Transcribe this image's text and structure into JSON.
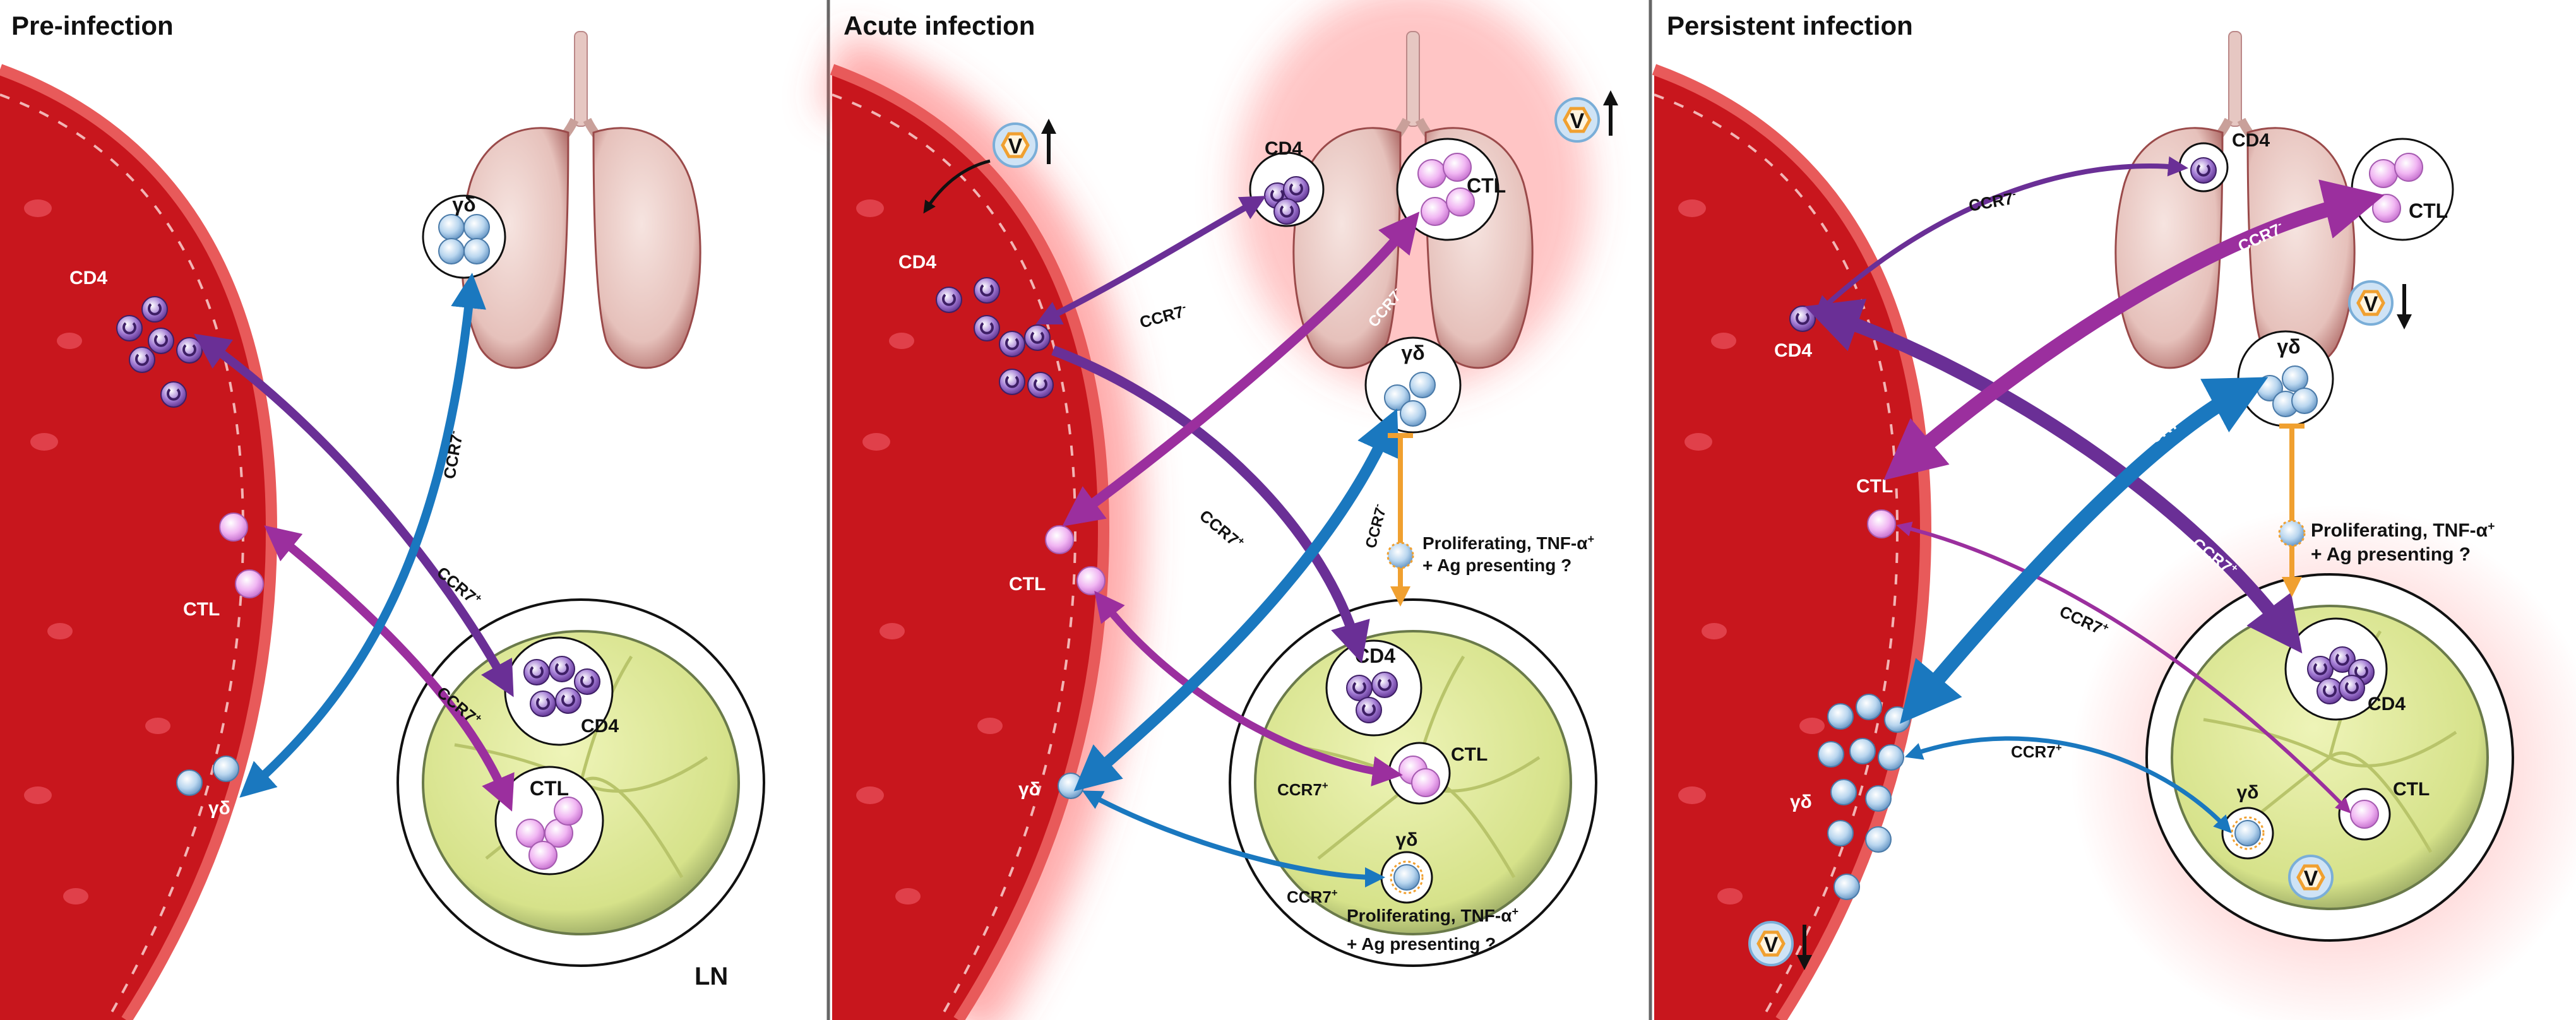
{
  "panels": [
    {
      "title": "Pre-infection",
      "labels": {
        "cd4_blood": "CD4",
        "ctl_blood": "CTL",
        "gd_blood": "γδ",
        "gd_lung": "γδ",
        "cd4_ln": "CD4",
        "ctl_ln": "CTL",
        "ln": "LN",
        "ccr7_neg": "CCR7",
        "ccr7_neg_sup": "-",
        "ccr7_pos_a": "CCR7",
        "ccr7_pos_a_sup": "+",
        "ccr7_pos_b": "CCR7",
        "ccr7_pos_b_sup": "+"
      }
    },
    {
      "title": "Acute infection",
      "labels": {
        "cd4_blood": "CD4",
        "ctl_blood": "CTL",
        "gd_blood": "γδ",
        "cd4_lung": "CD4",
        "ctl_lung": "CTL",
        "gd_lung": "γδ",
        "cd4_ln": "CD4",
        "ctl_ln": "CTL",
        "gd_ln": "γδ",
        "ccr7_neg_a": "CCR7",
        "ccr7_neg_a_sup": "-",
        "ccr7_neg_b": "CCR7",
        "ccr7_neg_b_sup": "-",
        "ccr7_neg_c": "CCR7",
        "ccr7_neg_c_sup": "-",
        "ccr7_pos_a": "CCR7",
        "ccr7_pos_a_sup": "+",
        "ccr7_pos_b": "CCR7",
        "ccr7_pos_b_sup": "+",
        "ccr7_pos_c": "CCR7",
        "ccr7_pos_c_sup": "+",
        "virus": "V",
        "prolif_line1": "Proliferating, TNF-α",
        "prolif_line1_sup": "+",
        "prolif_line2": "+ Ag presenting ?"
      }
    },
    {
      "title": "Persistent infection",
      "labels": {
        "cd4_blood": "CD4",
        "ctl_blood": "CTL",
        "gd_blood": "γδ",
        "cd4_lung": "CD4",
        "ctl_lung": "CTL",
        "gd_lung": "γδ",
        "cd4_ln": "CD4",
        "ctl_ln": "CTL",
        "gd_ln": "γδ",
        "ccr7_neg_a": "CCR7",
        "ccr7_neg_a_sup": "-",
        "ccr7_neg_b": "CCR7",
        "ccr7_neg_b_sup": "-",
        "ccr7_neg_c": "CCR7",
        "ccr7_neg_c_sup": "-",
        "ccr7_pos_a": "CCR7",
        "ccr7_pos_a_sup": "+",
        "ccr7_pos_b": "CCR7",
        "ccr7_pos_b_sup": "+",
        "ccr7_pos_c": "CCR7",
        "ccr7_pos_c_sup": "+",
        "virus": "V",
        "prolif_line1": "Proliferating, TNF-α",
        "prolif_line1_sup": "+",
        "prolif_line2": "+ Ag presenting ?"
      }
    }
  ],
  "colors": {
    "vessel": "#c8161d",
    "vessel_light": "#e04848",
    "inflammation_glow": "#ff5a5a",
    "lung": "#e9c8c2",
    "lung_shadow": "#9a4a4a",
    "lymph_node": "#d9e48c",
    "cd4_arrow": "#6a2f96",
    "ctl_arrow": "#9b2f9e",
    "gd_arrow": "#1a78bf",
    "inhibit_arrow": "#f0a030",
    "cd4_cell": "#7c4bb4",
    "ctl_cell": "#e08fe6",
    "gd_cell": "#9ac2e4",
    "virus_ring": "#f0a030",
    "divider": "#666666"
  },
  "icons": [
    "virus-up-arrow-icon",
    "virus-down-arrow-icon"
  ]
}
